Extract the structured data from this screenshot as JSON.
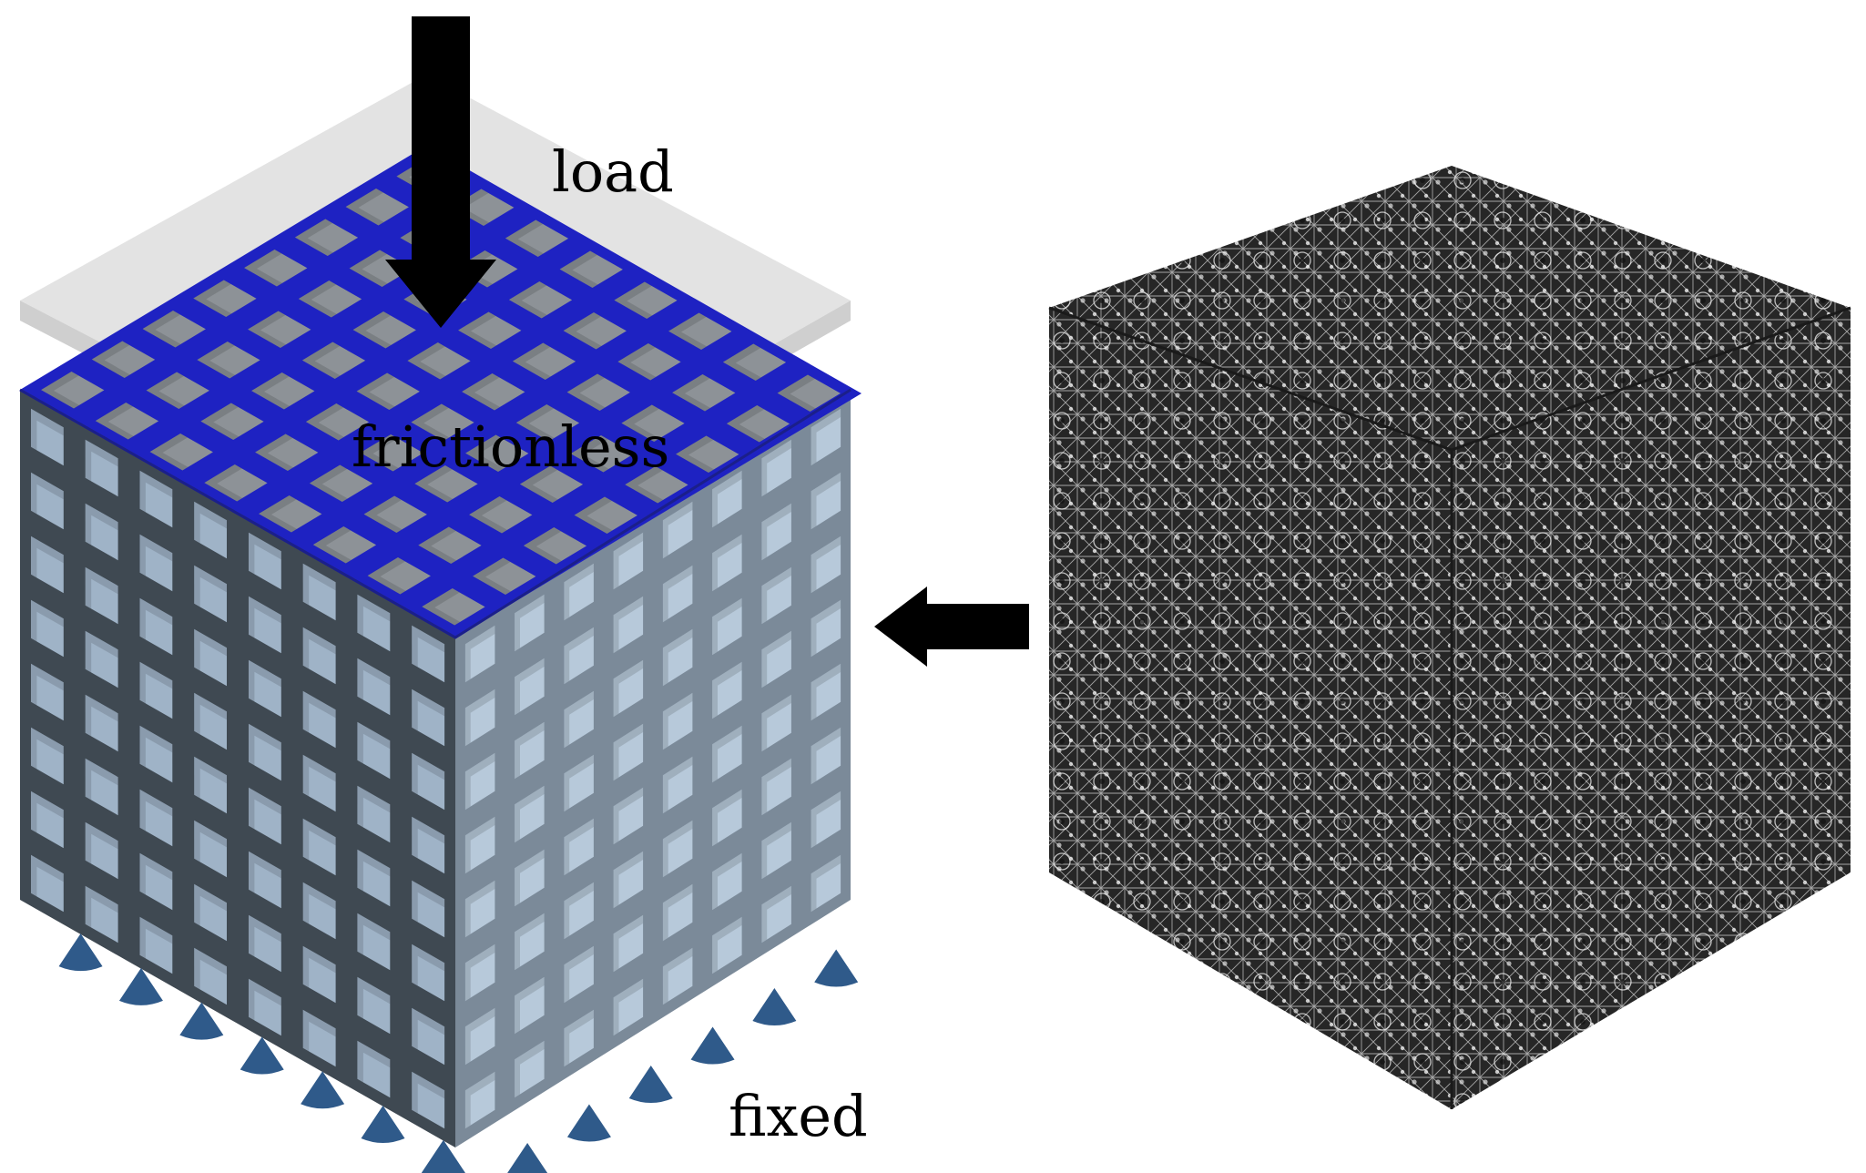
{
  "labels": {
    "load": "load",
    "frictionless": "frictionless",
    "fixed": "fixed"
  },
  "model": {
    "cells": 8
  },
  "colors": {
    "background": "#ffffff",
    "top_face_blue": "#1e22c2",
    "top_cell_gray": "#8d9297",
    "left_frame": "#3f4952",
    "left_cell": "#9fb3c7",
    "right_frame": "#7b8a99",
    "right_cell": "#b7c9da",
    "plate_top": "#e3e3e3",
    "plate_side": "#cfcfcf",
    "support": "#2f5a8a",
    "arrow": "#000000",
    "mesh_dark": "#2a2a2a",
    "mesh_line": "#d8d8d8"
  }
}
